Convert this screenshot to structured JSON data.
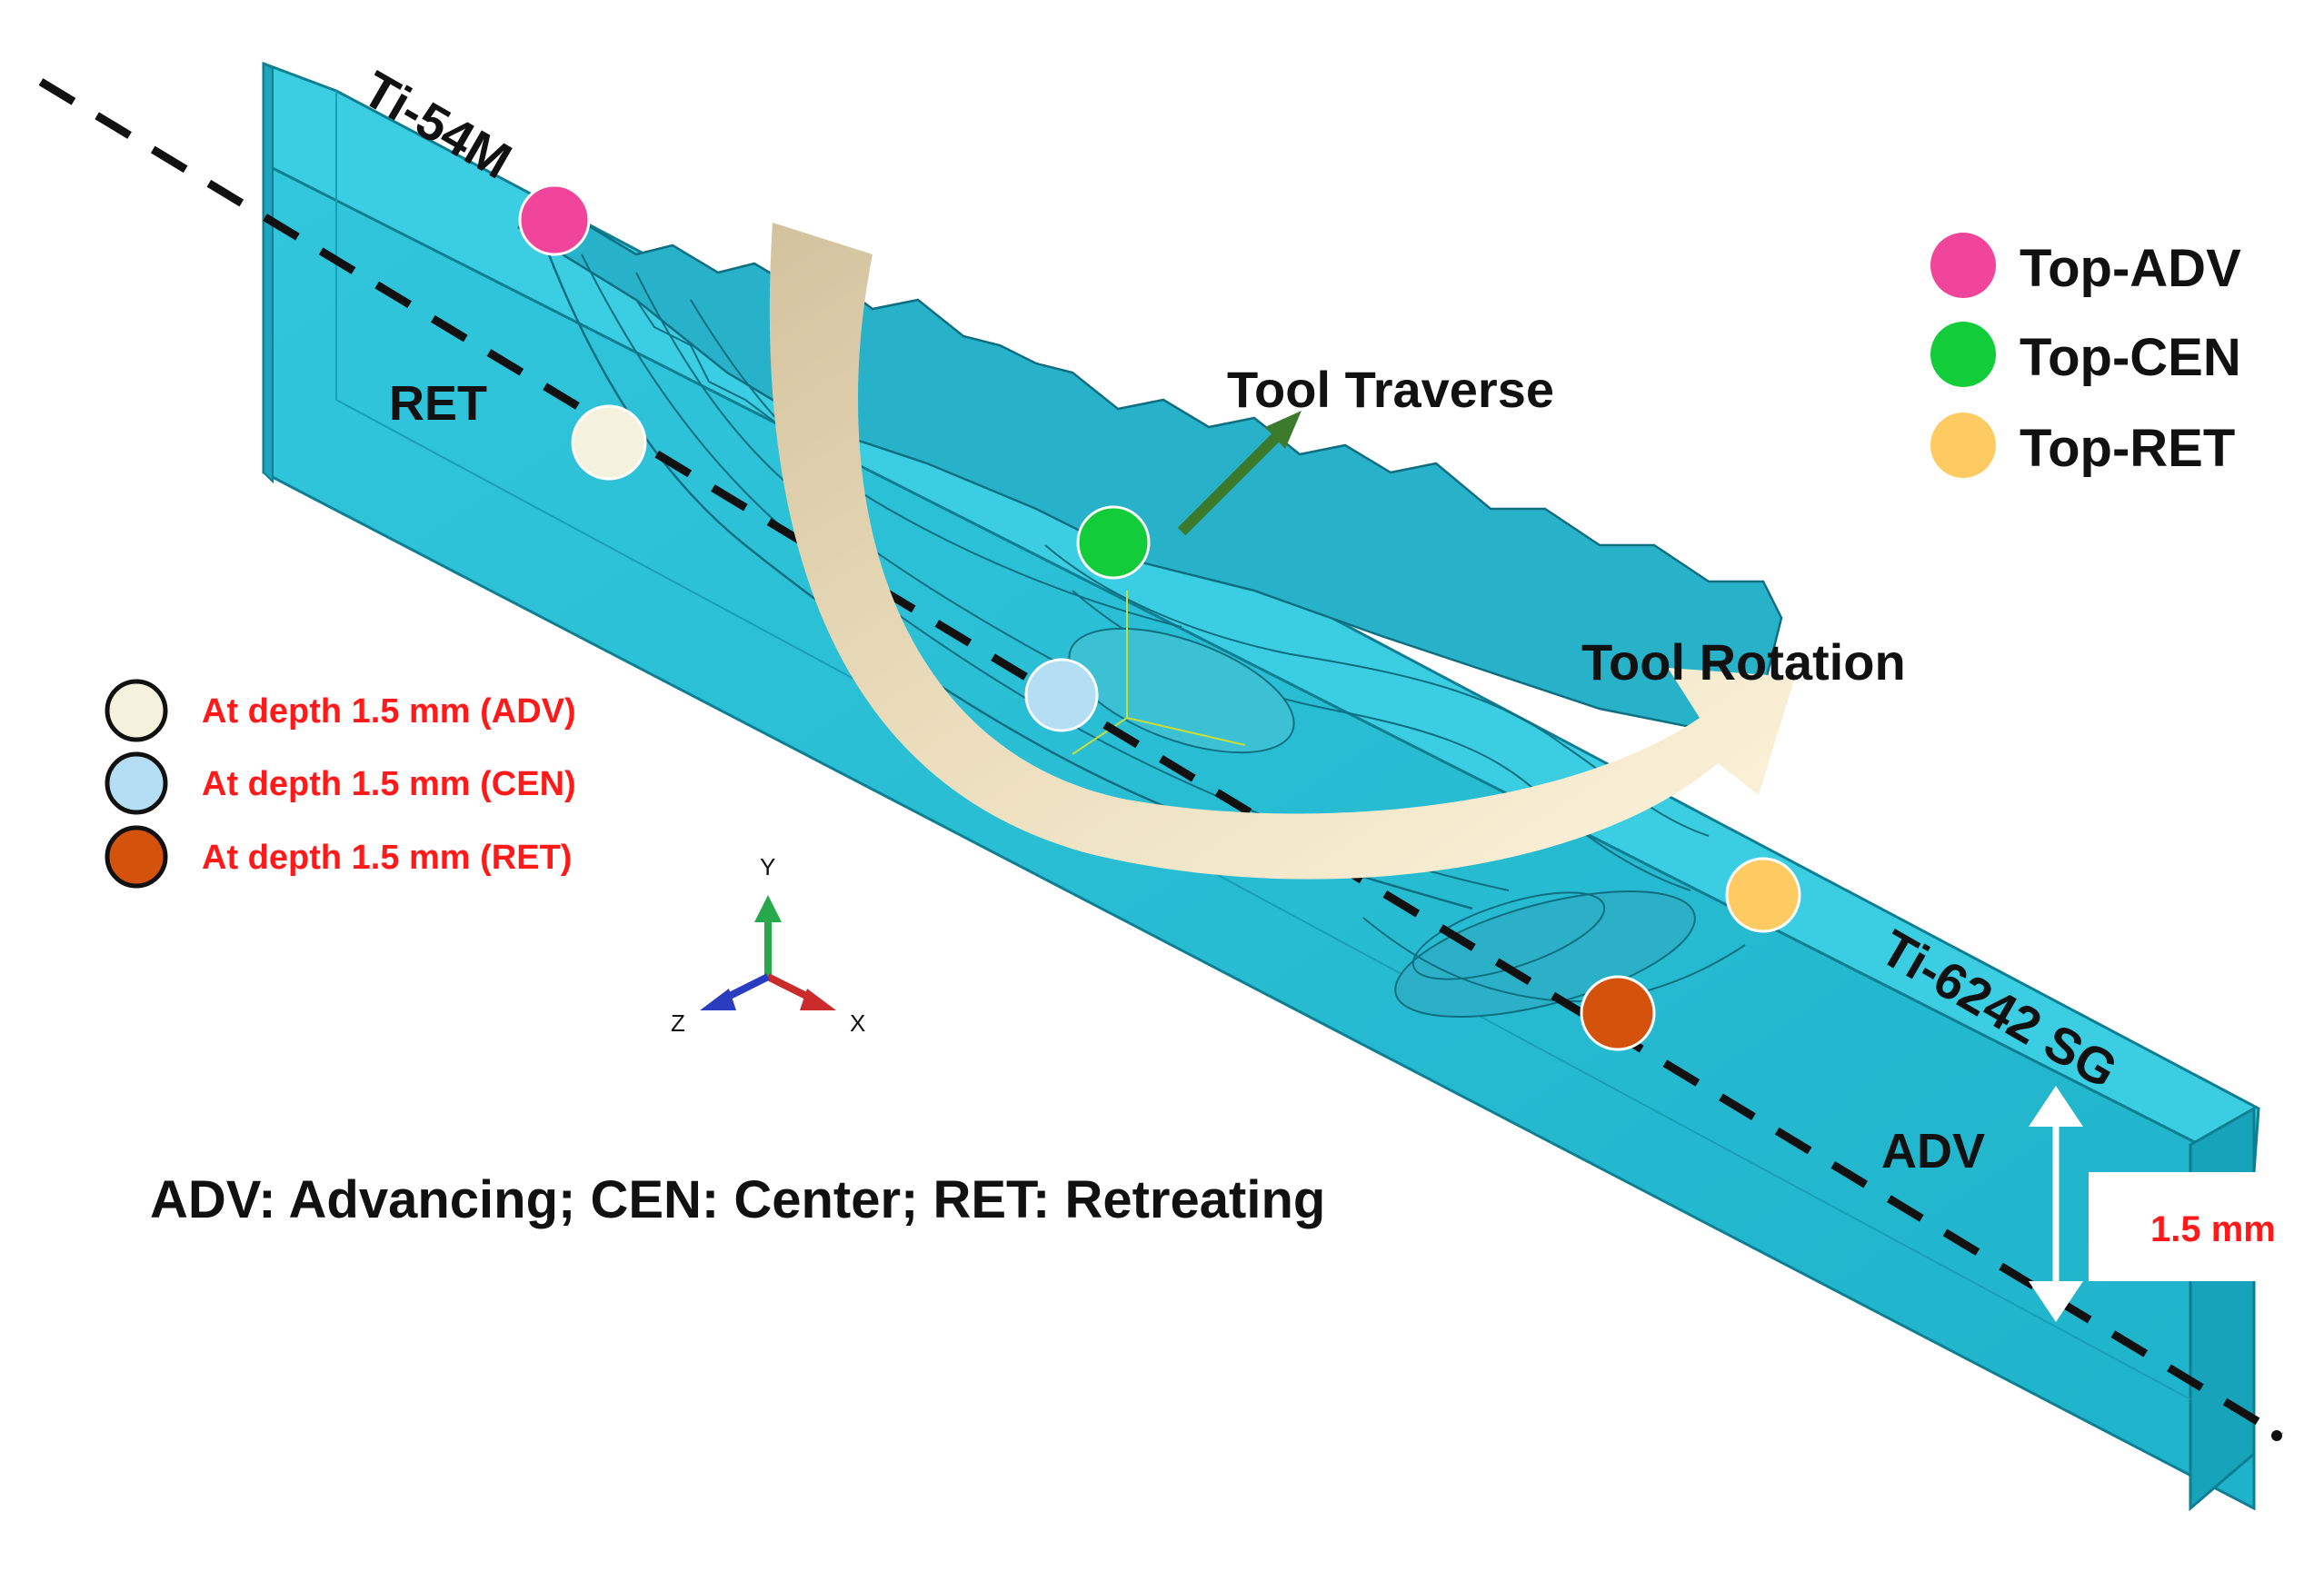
{
  "labels": {
    "material_left": "Ti-54M",
    "material_right": "Ti-6242 SG",
    "side_ret": "RET",
    "side_adv": "ADV",
    "tool_traverse": "Tool Traverse",
    "tool_rotation": "Tool Rotation",
    "abbreviations": "ADV: Advancing; CEN: Center; RET: Retreating",
    "depth_value": "1.5 mm"
  },
  "legend_top": [
    {
      "label": "Top-ADV",
      "color": "#f0459a"
    },
    {
      "label": "Top-CEN",
      "color": "#12cc3a"
    },
    {
      "label": "Top-RET",
      "color": "#fdcb62"
    }
  ],
  "legend_depth": [
    {
      "label": "At depth 1.5 mm (ADV)",
      "color": "#f4f1dc"
    },
    {
      "label": "At depth 1.5 mm (CEN)",
      "color": "#b4def3"
    },
    {
      "label": "At depth 1.5 mm (RET)",
      "color": "#d4520c"
    }
  ],
  "axes": {
    "x": "X",
    "y": "Y",
    "z": "Z"
  },
  "colors": {
    "plate": "#29bfd6",
    "plate_dark": "#1898ae",
    "rotation_arrow": "#fbf1d6",
    "rotation_arrow_shadow": "#d7c6a4",
    "traverse_arrow": "#3d7b2c",
    "label_red": "#ff1a1a"
  }
}
